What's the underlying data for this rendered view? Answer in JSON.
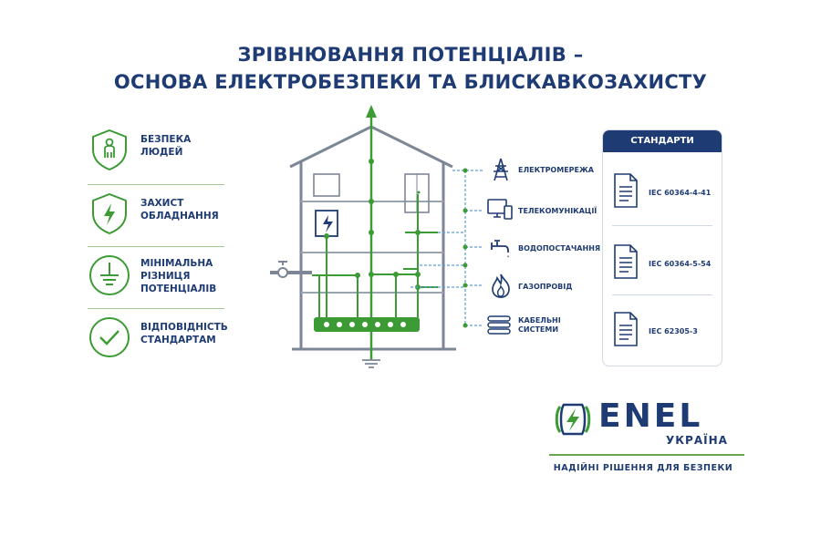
{
  "title": {
    "line1": "ЗРІВНЮВАННЯ ПОТЕНЦІАЛІВ –",
    "line2": "ОСНОВА ЕЛЕКТРОБЕЗПЕКИ ТА БЛИСКАВКОЗАХИСТУ"
  },
  "features": [
    {
      "label": "БЕЗПЕКА\nЛЮДЕЙ",
      "icon": "person-shield-icon"
    },
    {
      "label": "ЗАХИСТ\nОБЛАДНАННЯ",
      "icon": "lightning-shield-icon"
    },
    {
      "label": "МІНІМАЛЬНА\nРІЗНИЦЯ\nПОТЕНЦІАЛІВ",
      "icon": "ground-symbol-icon"
    },
    {
      "label": "ВІДПОВІДНІСТЬ\nСТАНДАРТАМ",
      "icon": "checkmark-icon"
    }
  ],
  "services": [
    {
      "label": "ЕЛЕКТРОМЕРЕЖА",
      "icon": "power-tower-icon"
    },
    {
      "label": "ТЕЛЕКОМУНІКАЦІЇ",
      "icon": "devices-icon"
    },
    {
      "label": "ВОДОПОСТАЧАННЯ",
      "icon": "water-tap-icon"
    },
    {
      "label": "ГАЗОПРОВІД",
      "icon": "flame-icon"
    },
    {
      "label": "КАБЕЛЬНІ\nСИСТЕМИ",
      "icon": "cable-tray-icon"
    }
  ],
  "standards": {
    "heading": "СТАНДАРТИ",
    "items": [
      "IEC 60364-4-41",
      "IEC 60364-5-54",
      "IEC 62305-3"
    ]
  },
  "brand": {
    "name": "ENEL",
    "country": "УКРАЇНА",
    "tagline": "НАДІЙНІ РІШЕННЯ ДЛЯ БЕЗПЕКИ"
  },
  "colors": {
    "navy": "#1f3b73",
    "green": "#3d9b35",
    "dark_green": "#2e6b2e",
    "building": "#7d8694"
  }
}
